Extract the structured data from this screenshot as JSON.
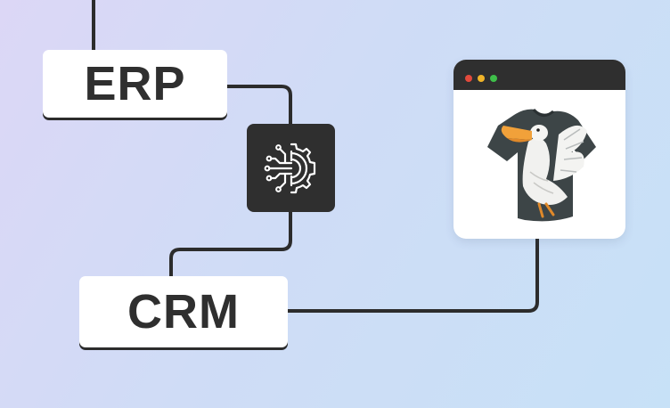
{
  "diagram": {
    "erp_label": "ERP",
    "crm_label": "CRM",
    "gear_icon": "gear-circuit-icon",
    "product_image": "tshirt-pelican-icon"
  },
  "window": {
    "dots": [
      "red-dot",
      "yellow-dot",
      "green-dot"
    ]
  },
  "colors": {
    "background_start": "#dcd7f6",
    "background_end": "#c7e1f7",
    "dark": "#2f2f2f",
    "card": "#ffffff",
    "dot_red": "#e24a3c",
    "dot_yellow": "#f0b429",
    "dot_green": "#3fbf4a",
    "shirt": "#3d4547",
    "beak": "#f1a13a"
  }
}
